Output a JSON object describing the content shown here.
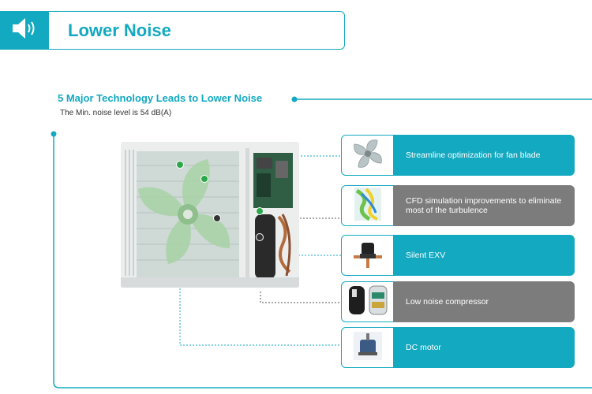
{
  "header": {
    "title": "Lower Noise",
    "icon": "speaker-icon"
  },
  "section": {
    "title": "5 Major Technology Leads to Lower Noise",
    "subtitle": "The Min. noise level is 54 dB(A)"
  },
  "colors": {
    "accent": "#13a9c0",
    "grey_panel": "#7c7c7c",
    "marker_green": "#2ca84a"
  },
  "features": [
    {
      "label": "Streamline optimization for fan blade",
      "icon": "fan-blade-icon",
      "style": "teal"
    },
    {
      "label": "CFD simulation improvements to eliminate most of the turbulence",
      "icon": "cfd-simulation-icon",
      "style": "grey"
    },
    {
      "label": "Silent EXV",
      "icon": "exv-valve-icon",
      "style": "teal"
    },
    {
      "label": "Low noise compressor",
      "icon": "compressor-icon",
      "style": "grey"
    },
    {
      "label": "DC motor",
      "icon": "dc-motor-icon",
      "style": "teal"
    }
  ]
}
